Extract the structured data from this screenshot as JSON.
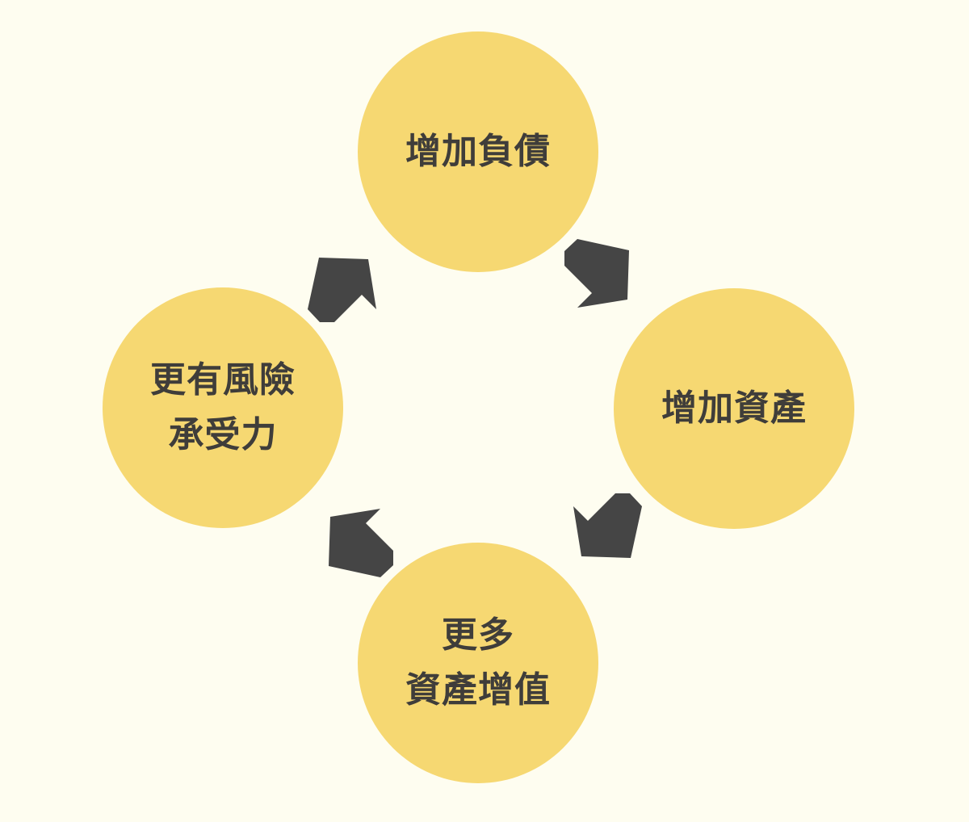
{
  "nodes": {
    "top": {
      "lines": [
        "增加負債"
      ]
    },
    "right": {
      "lines": [
        "增加資產"
      ]
    },
    "bottom": {
      "lines": [
        "更多",
        "資產增值"
      ]
    },
    "left": {
      "lines": [
        "更有風險",
        "承受力"
      ]
    }
  },
  "cycle_order": [
    "top",
    "right",
    "bottom",
    "left"
  ],
  "colors": {
    "background": "#fefdf0",
    "circle_fill": "#f6d872",
    "text": "#3f3d3a",
    "arrow": "#454545"
  },
  "icons": {
    "arrow": "block-arrow-icon"
  }
}
